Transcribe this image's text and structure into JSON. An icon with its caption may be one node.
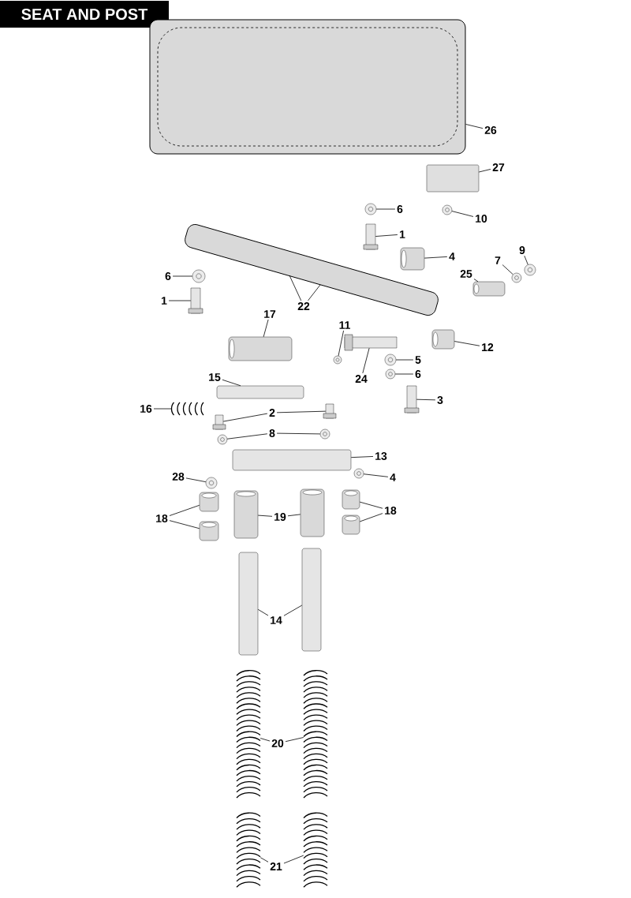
{
  "diagram": {
    "title": "SEAT AND POST",
    "nodes": [
      {
        "text": [
          "26"
        ]
      },
      {
        "text": [],
        "shape": "picture"
      },
      {
        "text": [
          "27"
        ]
      },
      {
        "text": [],
        "shape": "box"
      },
      {
        "text": [
          "6"
        ]
      },
      {
        "text": [],
        "shape": "circle"
      },
      {
        "text": [
          "10"
        ]
      },
      {
        "text": [],
        "shape": "circle"
      },
      {
        "text": [
          "1"
        ]
      },
      {
        "text": [],
        "shape": "bolt"
      },
      {
        "text": [
          "4"
        ]
      },
      {
        "text": [],
        "shape": "cylinder"
      },
      {
        "text": [
          "9"
        ]
      },
      {
        "text": [],
        "shape": "circle"
      },
      {
        "text": [
          "7"
        ]
      },
      {
        "text": [],
        "shape": "circle"
      },
      {
        "text": [
          "25"
        ]
      },
      {
        "text": [],
        "shape": "cylinder"
      },
      {
        "text": [
          "22"
        ]
      },
      {
        "text": [],
        "shape": "picture"
      },
      {
        "text": [
          "6"
        ]
      },
      {
        "text": [],
        "shape": "circle"
      },
      {
        "text": [
          "1"
        ]
      },
      {
        "text": [],
        "shape": "bolt"
      },
      {
        "text": [
          "17"
        ]
      },
      {
        "text": [],
        "shape": "cylinder"
      },
      {
        "text": [
          "11"
        ]
      },
      {
        "text": [],
        "shape": "circle"
      },
      {
        "text": [
          "12"
        ]
      },
      {
        "text": [],
        "shape": "cylinder"
      },
      {
        "text": [
          "5"
        ]
      },
      {
        "text": [],
        "shape": "circle"
      },
      {
        "text": [
          "6"
        ]
      },
      {
        "text": [],
        "shape": "circle"
      },
      {
        "text": [
          "24"
        ]
      },
      {
        "text": [],
        "shape": "bolt"
      },
      {
        "text": [
          "3"
        ]
      },
      {
        "text": [],
        "shape": "bolt"
      },
      {
        "text": [
          "15"
        ]
      },
      {
        "text": [],
        "shape": "bar"
      },
      {
        "text": [
          "16"
        ]
      },
      {
        "text": [],
        "shape": "spring"
      },
      {
        "text": [
          "2"
        ]
      },
      {
        "text": [],
        "shape": "bolt"
      },
      {
        "text": [],
        "shape": "bolt"
      },
      {
        "text": [
          "8"
        ]
      },
      {
        "text": [],
        "shape": "circle"
      },
      {
        "text": [],
        "shape": "circle"
      },
      {
        "text": [
          "13"
        ]
      },
      {
        "text": [],
        "shape": "bar"
      },
      {
        "text": [
          "4"
        ]
      },
      {
        "text": [],
        "shape": "circle"
      },
      {
        "text": [
          "28"
        ]
      },
      {
        "text": [],
        "shape": "circle"
      },
      {
        "text": [
          "18"
        ]
      },
      {
        "text": [],
        "shape": "cylinder"
      },
      {
        "text": [],
        "shape": "cylinder"
      },
      {
        "text": [
          "19"
        ]
      },
      {
        "text": [],
        "shape": "cylinder"
      },
      {
        "text": [],
        "shape": "cylinder"
      },
      {
        "text": [
          "18"
        ]
      },
      {
        "text": [],
        "shape": "cylinder"
      },
      {
        "text": [],
        "shape": "cylinder"
      },
      {
        "text": [
          "14"
        ]
      },
      {
        "text": [],
        "shape": "bar"
      },
      {
        "text": [],
        "shape": "bar"
      },
      {
        "text": [
          "20"
        ]
      },
      {
        "text": [],
        "shape": "spring"
      },
      {
        "text": [],
        "shape": "spring"
      },
      {
        "text": [
          "21"
        ]
      },
      {
        "text": [],
        "shape": "spring"
      },
      {
        "text": [],
        "shape": "spring"
      }
    ],
    "edges": [
      {
        "from": 0,
        "to": 1,
        "arrow": "none"
      },
      {
        "from": 2,
        "to": 3,
        "arrow": "none"
      },
      {
        "from": 4,
        "to": 5,
        "arrow": "none"
      },
      {
        "from": 6,
        "to": 7,
        "arrow": "none"
      },
      {
        "from": 8,
        "to": 9,
        "arrow": "none"
      },
      {
        "from": 10,
        "to": 11,
        "arrow": "none"
      },
      {
        "from": 12,
        "to": 13,
        "arrow": "none"
      },
      {
        "from": 14,
        "to": 15,
        "arrow": "none"
      },
      {
        "from": 16,
        "to": 17,
        "arrow": "none"
      },
      {
        "from": 18,
        "to": 19,
        "arrow": "none"
      },
      {
        "from": 18,
        "to": 19,
        "arrow": "none"
      },
      {
        "from": 20,
        "to": 21,
        "arrow": "none"
      },
      {
        "from": 22,
        "to": 23,
        "arrow": "none"
      },
      {
        "from": 24,
        "to": 25,
        "arrow": "none"
      },
      {
        "from": 26,
        "to": 27,
        "arrow": "none"
      },
      {
        "from": 28,
        "to": 29,
        "arrow": "none"
      },
      {
        "from": 30,
        "to": 31,
        "arrow": "none"
      },
      {
        "from": 32,
        "to": 33,
        "arrow": "none"
      },
      {
        "from": 34,
        "to": 35,
        "arrow": "none"
      },
      {
        "from": 36,
        "to": 37,
        "arrow": "none"
      },
      {
        "from": 38,
        "to": 39,
        "arrow": "none"
      },
      {
        "from": 40,
        "to": 41,
        "arrow": "none"
      },
      {
        "from": 42,
        "to": 43,
        "arrow": "none"
      },
      {
        "from": 42,
        "to": 44,
        "arrow": "none"
      },
      {
        "from": 45,
        "to": 46,
        "arrow": "none"
      },
      {
        "from": 45,
        "to": 47,
        "arrow": "none"
      },
      {
        "from": 48,
        "to": 49,
        "arrow": "none"
      },
      {
        "from": 50,
        "to": 51,
        "arrow": "none"
      },
      {
        "from": 52,
        "to": 53,
        "arrow": "none"
      },
      {
        "from": 54,
        "to": 55,
        "arrow": "none"
      },
      {
        "from": 54,
        "to": 56,
        "arrow": "none"
      },
      {
        "from": 57,
        "to": 58,
        "arrow": "none"
      },
      {
        "from": 57,
        "to": 59,
        "arrow": "none"
      },
      {
        "from": 60,
        "to": 61,
        "arrow": "none"
      },
      {
        "from": 60,
        "to": 62,
        "arrow": "none"
      },
      {
        "from": 63,
        "to": 64,
        "arrow": "none"
      },
      {
        "from": 63,
        "to": 65,
        "arrow": "none"
      },
      {
        "from": 66,
        "to": 67,
        "arrow": "none"
      },
      {
        "from": 66,
        "to": 68,
        "arrow": "none"
      },
      {
        "from": 69,
        "to": 70,
        "arrow": "none"
      },
      {
        "from": 69,
        "to": 71,
        "arrow": "none"
      }
    ]
  }
}
